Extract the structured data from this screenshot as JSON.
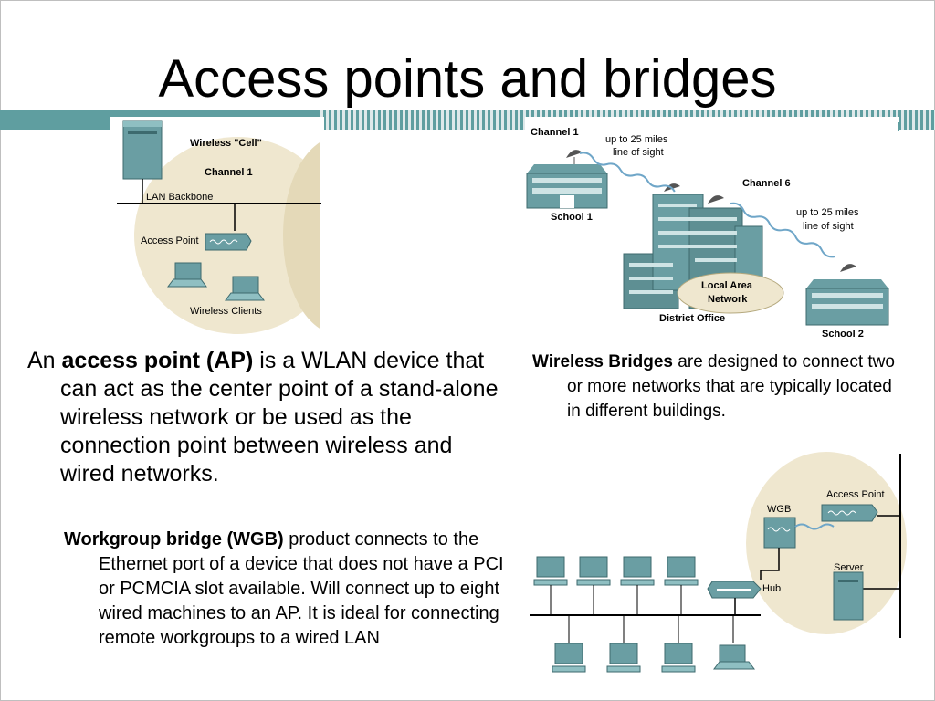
{
  "slide": {
    "title": "Access points and bridges"
  },
  "diagram_ap": {
    "cell_label": "Wireless \"Cell\"",
    "channel_label": "Channel 1",
    "backbone_label": "LAN Backbone",
    "ap_label": "Access Point",
    "clients_label": "Wireless Clients"
  },
  "diagram_bridges": {
    "channel1_label": "Channel 1",
    "range1_line1": "up to 25 miles",
    "range1_line2": "line of sight",
    "channel6_label": "Channel 6",
    "range2_line1": "up to 25 miles",
    "range2_line2": "line of sight",
    "school1_label": "School 1",
    "lan_line1": "Local Area",
    "lan_line2": "Network",
    "district_label": "District Office",
    "school2_label": "School 2"
  },
  "diagram_wgb": {
    "ap_label": "Access Point",
    "wgb_label": "WGB",
    "server_label": "Server",
    "hub_label": "Hub"
  },
  "text_ap": {
    "lead": "An ",
    "term": "access point (AP)",
    "rest": " is a WLAN device that can act as the center point of a stand-alone wireless network or be used as the connection point between wireless and wired networks."
  },
  "text_wgb": {
    "term": "Workgroup bridge (WGB)",
    "rest": " product connects to the Ethernet port of a device that does not have a PCI or PCMCIA slot available. Will connect up to eight wired machines to an AP. It is ideal for connecting remote workgroups to a wired LAN"
  },
  "text_bridges": {
    "term": "Wireless Bridges",
    "rest": " are designed to connect two or more networks that are typically located in different buildings."
  },
  "colors": {
    "accent": "#5f9ea0",
    "cell_fill": "#efe7cf",
    "device": "#6a9ea3"
  }
}
